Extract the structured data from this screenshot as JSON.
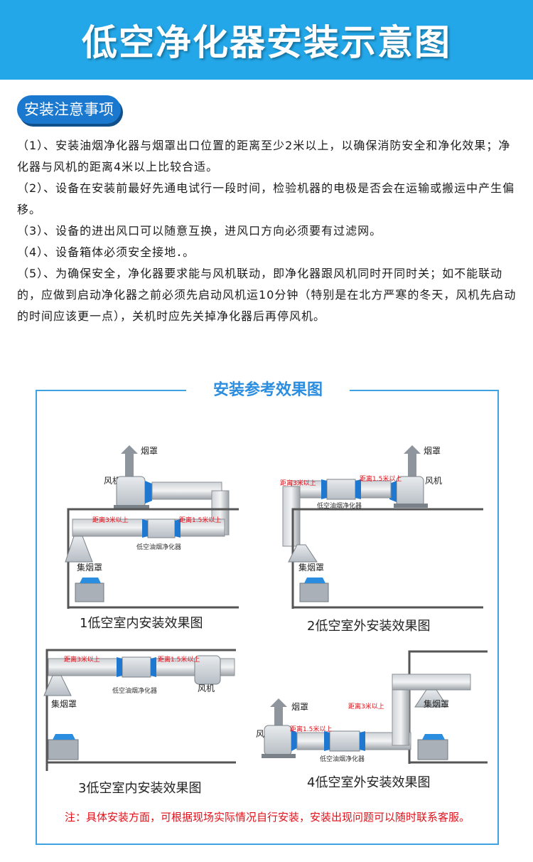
{
  "header": {
    "title": "低空净化器安装示意图"
  },
  "section": {
    "label": "安装注意事项"
  },
  "notes": [
    "（1）、安装油烟净化器与烟罩出口位置的距离至少2米以上，以确保消防安全和净化效果；净化器与风机的距离4米以上比较合适。",
    "（2）、设备在安装前最好先通电试行一段时间，检验机器的电极是否会在运输或搬运中产生偏移。",
    "（3）、设备的进出风口可以随意互换，进风口方向必须要有过滤网。",
    "（4）、设备箱体必须安全接地．。",
    "（5）、为确保安全，净化器要求能与风机联动，即净化器跟风机同时开同时关；如不能联动的，应做到启动净化器之前必须先启动风机运10分钟（特别是在北方严寒的冬天，风机先启动的时间应该更一点），关机时应先关掉净化器后再停风机。"
  ],
  "figure": {
    "title": "安装参考效果图",
    "labels": {
      "smoke_hood": "烟罩",
      "fan": "风机",
      "collector": "集烟罩",
      "purifier": "低空油烟净化器",
      "dist3": "距离3米以上",
      "dist15": "距离1.5米以上"
    },
    "captions": {
      "d1": "1低空室内安装效果图",
      "d2": "2低空室外安装效果图",
      "d3": "3低空室内安装效果图",
      "d4": "4低空室外安装效果图"
    },
    "note": "注：具体安装方面，可根据现场实际情况自行安装，安装出现问题可以随时联系客服。"
  },
  "colors": {
    "header": "#23a7e8",
    "pill": "#1a78cf",
    "accent": "#2a8de0",
    "warning": "#e0101a"
  }
}
